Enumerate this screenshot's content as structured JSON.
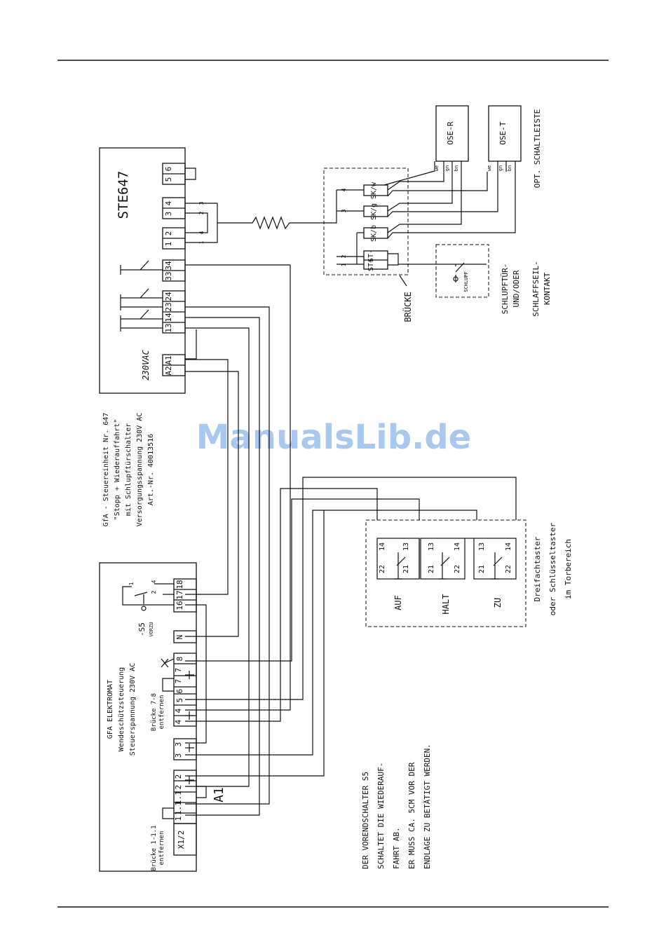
{
  "watermark": "ManualsLib.de",
  "ste": {
    "title": "STE647",
    "supply": "230VAC",
    "terminals": [
      "6",
      "5",
      "4",
      "3",
      "2",
      "1",
      "34",
      "33",
      "24",
      "23",
      "14",
      "13",
      "A1",
      "A2"
    ],
    "bridge_nums": [
      "3",
      "2",
      "1",
      "4"
    ],
    "desc": [
      "GfA - Steuereinheit Nr. 647",
      "\"Stopp + Wiederauffahrt\"",
      "mit Schlupftürschalter",
      "Versorgungsspannung 230V AC",
      "Art.-Nr. 40013516"
    ]
  },
  "sk": {
    "labels": [
      "SK/w",
      "SK/g",
      "SK/b",
      "ST-",
      "ST+"
    ],
    "nums": [
      "4",
      "3",
      "2",
      "1",
      "2",
      "1"
    ],
    "bruecke": "BRÜCKE"
  },
  "ose": {
    "r": "OSE-R",
    "t": "OSE-T",
    "pins": [
      "we",
      "gn",
      "bn"
    ],
    "caption": "OPT. SCHALTLEISTE"
  },
  "schlupf": {
    "label": "SCHLUPF",
    "caption": [
      "SCHLUPFTÜR-",
      "UND/ODER",
      "SCHLAFFSEIL-",
      "KONTAKT"
    ]
  },
  "taster": {
    "buttons": [
      "AUF",
      "HALT",
      "ZU"
    ],
    "nums": [
      "14",
      "13",
      "22",
      "21",
      "13",
      "14",
      "21",
      "22",
      "13",
      "14",
      "21",
      "22"
    ],
    "caption": [
      "Dreifachtaster",
      "oder Schlüsseltaster",
      "im Torbereich"
    ]
  },
  "elektromat": {
    "desc": [
      "GFA ELEKTROMAT",
      "Wendeschützsteuerung",
      "Steuerspannung 230V AC"
    ],
    "terminals": [
      "18",
      "17",
      "16",
      "N",
      "8",
      "7",
      "6",
      "5",
      "4",
      "3",
      "2",
      "1.1",
      "1",
      "X1/2"
    ],
    "a1": "A1",
    "s5": "-S5",
    "vorzu": "VORZU",
    "s5_nums": [
      "1",
      "2",
      "4"
    ],
    "bruecke78": [
      "Brücke 7-8",
      "entfernen"
    ],
    "bruecke11": [
      "Brücke 1-1.1",
      "entfernen"
    ]
  },
  "note": [
    "DER VORENDSCHALTER S5",
    "SCHALTET DIE WIEDERAUF-",
    "FAHRT AB.",
    "ER MUSS CA. 5CM VOR DER",
    "ENDLAGE ZU BETÄTIGT WERDEN."
  ]
}
